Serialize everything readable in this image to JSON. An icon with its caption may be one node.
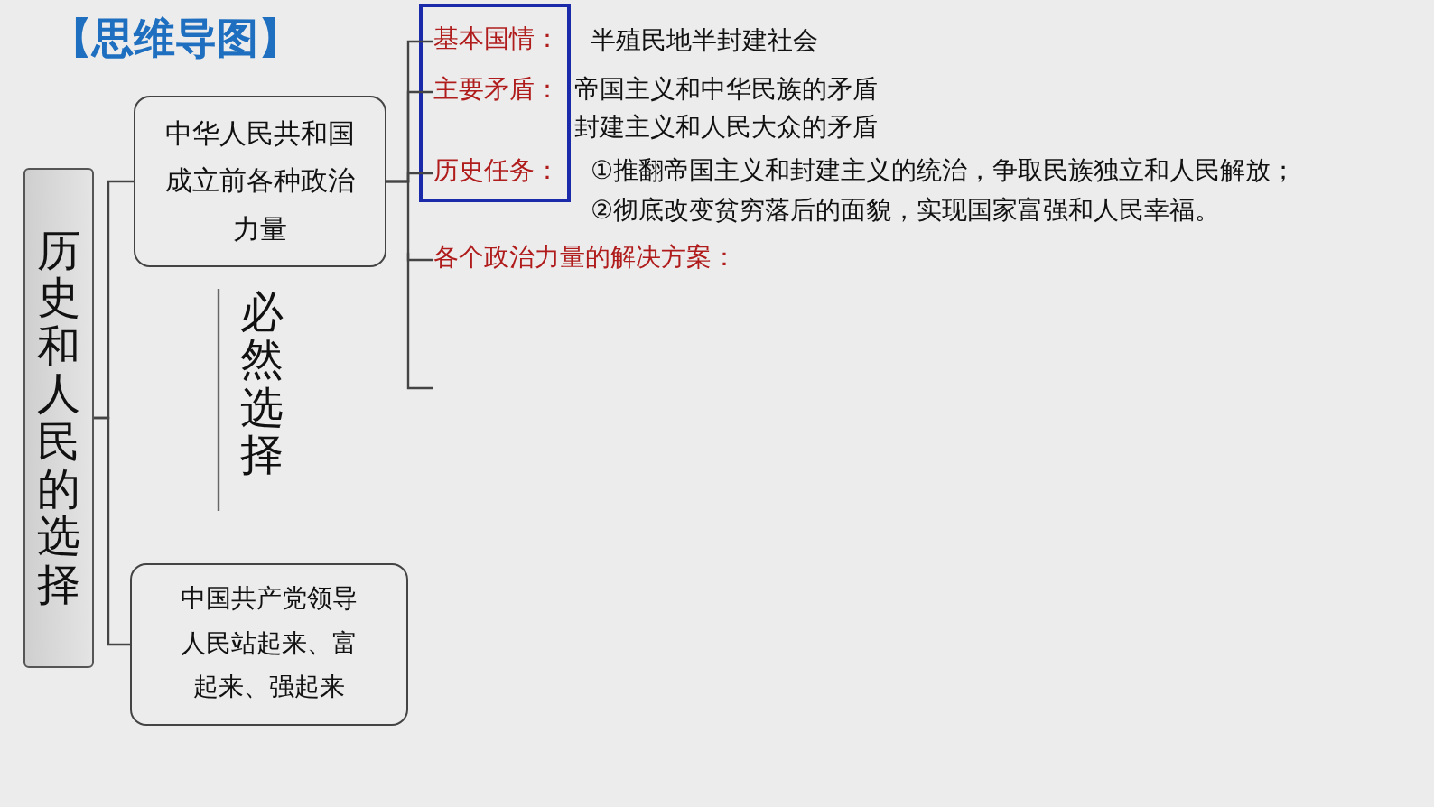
{
  "diagram": {
    "title": "【思维导图】",
    "nodes": [
      {
        "text": [
          "历史和人民的选择"
        ]
      },
      {
        "text": [
          "中华人民共和国成立前各种政治力量"
        ]
      },
      {
        "text": [
          "中国共产党领导人民站起来、富起来、强起来"
        ]
      },
      {
        "text": [
          "基本国情："
        ],
        "beside": [
          "半殖民地半封建社会"
        ]
      },
      {
        "text": [
          "主要矛盾："
        ],
        "beside": [
          "帝国主义和中华民族的矛盾",
          "封建主义和人民大众的矛盾"
        ]
      },
      {
        "text": [
          "历史任务："
        ],
        "beside": [
          "①推翻帝国主义和封建主义的统治，争取民族独立和人民解放；",
          "②彻底改变贫穷落后的面貌，实现国家富强和人民幸福。"
        ]
      },
      {
        "text": [
          "各个政治力量的解决方案："
        ]
      }
    ],
    "edges": [
      {
        "from": 0,
        "to": 1,
        "arrow": "none"
      },
      {
        "from": 0,
        "to": 2,
        "arrow": "none"
      },
      {
        "from": 1,
        "to": 3,
        "arrow": "none"
      },
      {
        "from": 1,
        "to": 4,
        "arrow": "none"
      },
      {
        "from": 1,
        "to": 5,
        "arrow": "none"
      },
      {
        "from": 1,
        "to": 6,
        "arrow": "none"
      }
    ],
    "labels": [
      "必然选择"
    ]
  }
}
